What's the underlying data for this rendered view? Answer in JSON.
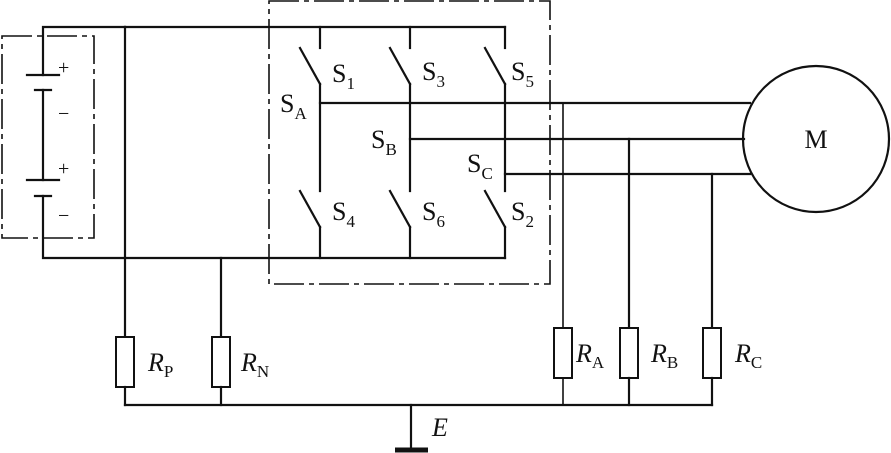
{
  "battery": {
    "plus_1": "+",
    "minus_1": "−",
    "plus_2": "+",
    "minus_2": "−"
  },
  "switches": {
    "s1": {
      "base": "S",
      "sub": "1"
    },
    "s3": {
      "base": "S",
      "sub": "3"
    },
    "s5": {
      "base": "S",
      "sub": "5"
    },
    "s4": {
      "base": "S",
      "sub": "4"
    },
    "s6": {
      "base": "S",
      "sub": "6"
    },
    "s2": {
      "base": "S",
      "sub": "2"
    }
  },
  "phase_nodes": {
    "a": {
      "base": "S",
      "sub": "A"
    },
    "b": {
      "base": "S",
      "sub": "B"
    },
    "c": {
      "base": "S",
      "sub": "C"
    }
  },
  "motor": {
    "label": "M"
  },
  "resistors": {
    "rp": {
      "base": "R",
      "sub": "P"
    },
    "rn": {
      "base": "R",
      "sub": "N"
    },
    "ra": {
      "base": "R",
      "sub": "A"
    },
    "rb": {
      "base": "R",
      "sub": "B"
    },
    "rc": {
      "base": "R",
      "sub": "C"
    }
  },
  "ground": {
    "label": "E"
  }
}
